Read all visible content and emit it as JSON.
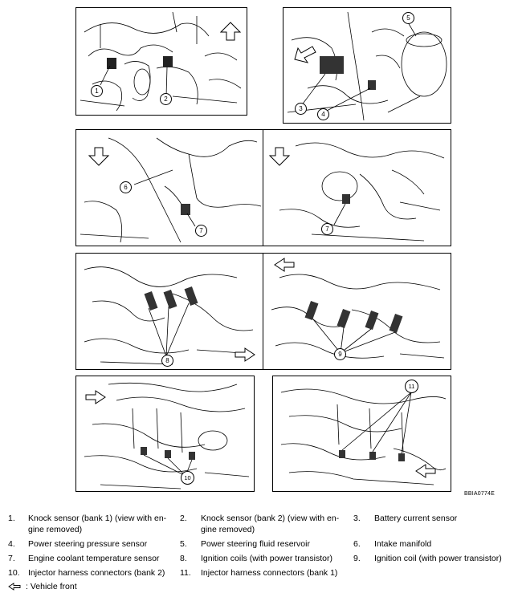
{
  "figure_code": "BBIA0774E",
  "callouts": [
    "1",
    "2",
    "3",
    "4",
    "5",
    "6",
    "7",
    "7",
    "8",
    "9",
    "10",
    "11"
  ],
  "legend": [
    {
      "num": "1.",
      "text": "Knock sensor (bank 1) (view with en-",
      "text2": "gine removed)"
    },
    {
      "num": "2.",
      "text": "Knock sensor (bank 2) (view with en-",
      "text2": "gine removed)"
    },
    {
      "num": "3.",
      "text": "Battery current sensor",
      "text2": ""
    },
    {
      "num": "4.",
      "text": "Power steering pressure sensor",
      "text2": ""
    },
    {
      "num": "5.",
      "text": "Power steering fluid reservoir",
      "text2": ""
    },
    {
      "num": "6.",
      "text": "Intake manifold",
      "text2": ""
    },
    {
      "num": "7.",
      "text": "Engine coolant temperature sensor",
      "text2": ""
    },
    {
      "num": "8.",
      "text": "Ignition coils (with power transistor)",
      "text2": ""
    },
    {
      "num": "9.",
      "text": "Ignition coil (with power transistor)",
      "text2": ""
    },
    {
      "num": "10.",
      "text": "Injector harness connectors (bank 2)",
      "text2": ""
    },
    {
      "num": "11.",
      "text": "Injector harness connectors (bank 1)",
      "text2": ""
    }
  ],
  "vehicle_front_label": ": Vehicle front",
  "icons": {
    "direction_arrow": "arrow-icon",
    "vehicle_front": "vehicle-front-arrow-icon"
  }
}
